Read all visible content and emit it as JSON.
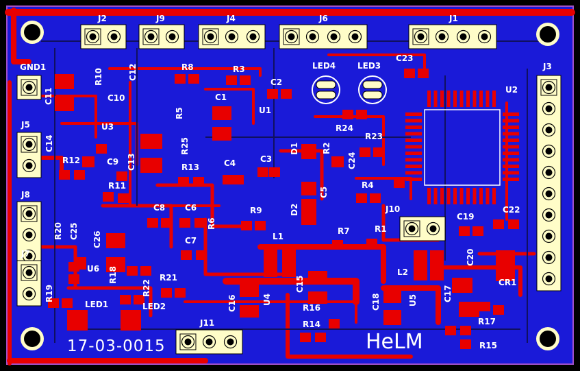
{
  "board": {
    "serial": "17-03-0015",
    "brand": "HeLM",
    "colors": {
      "background": "#000000",
      "substrate": "#1a1ad8",
      "copper": "#e80000",
      "pad": "#fffdc8",
      "silk": "#ffffff",
      "outline": "#a050c8"
    }
  },
  "connectors": [
    {
      "name": "J2",
      "pins": 2
    },
    {
      "name": "J9",
      "pins": 2
    },
    {
      "name": "J4",
      "pins": 3
    },
    {
      "name": "J6",
      "pins": 4
    },
    {
      "name": "J1",
      "pins": 4
    },
    {
      "name": "J3",
      "pins": 10
    },
    {
      "name": "GND1",
      "pins": 1
    },
    {
      "name": "J5",
      "pins": 2
    },
    {
      "name": "J8",
      "pins": 3
    },
    {
      "name": "J7",
      "pins": 2
    },
    {
      "name": "J10",
      "pins": 2
    },
    {
      "name": "J11",
      "pins": 3
    }
  ],
  "components": [
    {
      "ref": "R10"
    },
    {
      "ref": "C12"
    },
    {
      "ref": "R8"
    },
    {
      "ref": "R3"
    },
    {
      "ref": "C2"
    },
    {
      "ref": "LED4"
    },
    {
      "ref": "LED3"
    },
    {
      "ref": "C23"
    },
    {
      "ref": "U2"
    },
    {
      "ref": "C11"
    },
    {
      "ref": "C10"
    },
    {
      "ref": "R5"
    },
    {
      "ref": "C1"
    },
    {
      "ref": "U1"
    },
    {
      "ref": "R24"
    },
    {
      "ref": "R23"
    },
    {
      "ref": "C14"
    },
    {
      "ref": "U3"
    },
    {
      "ref": "R25"
    },
    {
      "ref": "D1"
    },
    {
      "ref": "R2"
    },
    {
      "ref": "C24"
    },
    {
      "ref": "R12"
    },
    {
      "ref": "C9"
    },
    {
      "ref": "C13"
    },
    {
      "ref": "R13"
    },
    {
      "ref": "C4"
    },
    {
      "ref": "C3"
    },
    {
      "ref": "R11"
    },
    {
      "ref": "C5"
    },
    {
      "ref": "R4"
    },
    {
      "ref": "D2"
    },
    {
      "ref": "C8"
    },
    {
      "ref": "C6"
    },
    {
      "ref": "R9"
    },
    {
      "ref": "C19"
    },
    {
      "ref": "C22"
    },
    {
      "ref": "R20"
    },
    {
      "ref": "C25"
    },
    {
      "ref": "R6"
    },
    {
      "ref": "C26"
    },
    {
      "ref": "R7"
    },
    {
      "ref": "R1"
    },
    {
      "ref": "L1"
    },
    {
      "ref": "C7"
    },
    {
      "ref": "U6"
    },
    {
      "ref": "L2"
    },
    {
      "ref": "C20"
    },
    {
      "ref": "CR1"
    },
    {
      "ref": "R18"
    },
    {
      "ref": "R21"
    },
    {
      "ref": "R19"
    },
    {
      "ref": "R22"
    },
    {
      "ref": "C15"
    },
    {
      "ref": "C16"
    },
    {
      "ref": "U4"
    },
    {
      "ref": "R16"
    },
    {
      "ref": "C18"
    },
    {
      "ref": "U5"
    },
    {
      "ref": "C17"
    },
    {
      "ref": "LED1"
    },
    {
      "ref": "LED2"
    },
    {
      "ref": "R14"
    },
    {
      "ref": "R17"
    },
    {
      "ref": "R15"
    }
  ]
}
